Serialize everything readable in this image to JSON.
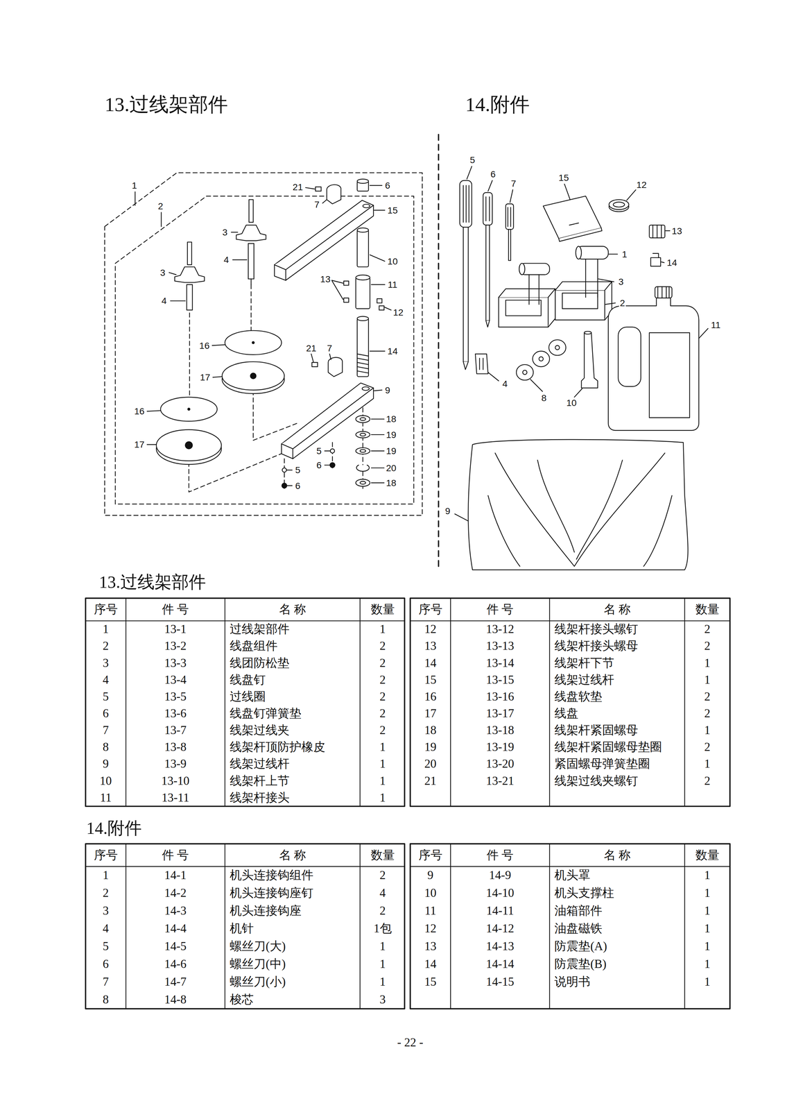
{
  "diagram": {
    "labels": [
      "13.过线架部件",
      "14.附件",
      "1",
      "2",
      "3",
      "4",
      "3",
      "4",
      "21",
      "6",
      "7",
      "15",
      "10",
      "13",
      "11",
      "12",
      "14",
      "21",
      "7",
      "9",
      "16",
      "17",
      "16",
      "17",
      "18",
      "19",
      "19",
      "20",
      "18",
      "5",
      "6",
      "5",
      "6",
      "5",
      "6",
      "7",
      "15",
      "12",
      "13",
      "1",
      "14",
      "3",
      "2",
      "11",
      "4",
      "8",
      "10",
      "9",
      "13.过线架部件",
      "序号",
      "件 号",
      "名 称",
      "数量",
      "序号",
      "件 号",
      "名 称",
      "数量",
      "1",
      "13-1",
      "过线架部件",
      "1",
      "12",
      "13-12",
      "线架杆接头螺钉",
      "2",
      "2",
      "13-2",
      "线盘组件",
      "2",
      "13",
      "13-13",
      "线架杆接头螺母",
      "2",
      "3",
      "13-3",
      "线团防松垫",
      "2",
      "14",
      "13-14",
      "线架杆下节",
      "1",
      "4",
      "13-4",
      "线盘钉",
      "2",
      "15",
      "13-15",
      "线架过线杆",
      "1",
      "5",
      "13-5",
      "过线圈",
      "2",
      "16",
      "13-16",
      "线盘软垫",
      "2",
      "6",
      "13-6",
      "线盘钉弹簧垫",
      "2",
      "17",
      "13-17",
      "线盘",
      "2",
      "7",
      "13-7",
      "线架过线夹",
      "2",
      "18",
      "13-18",
      "线架杆紧固螺母",
      "1",
      "8",
      "13-8",
      "线架杆顶防护橡皮",
      "1",
      "19",
      "13-19",
      "线架杆紧固螺母垫圈",
      "2",
      "9",
      "13-9",
      "线架过线杆",
      "1",
      "20",
      "13-20",
      "紧固螺母弹簧垫圈",
      "1",
      "10",
      "13-10",
      "线架杆上节",
      "1",
      "21",
      "13-21",
      "线架过线夹螺钉",
      "2",
      "11",
      "13-11",
      "线架杆接头",
      "1",
      "14.附件",
      "序号",
      "件 号",
      "名 称",
      "数量",
      "序号",
      "件 号",
      "名 称",
      "数量",
      "1",
      "14-1",
      "机头连接钩组件",
      "2",
      "9",
      "14-9",
      "机头罩",
      "1",
      "2",
      "14-2",
      "机头连接钩座钉",
      "4",
      "10",
      "14-10",
      "机头支撑柱",
      "1",
      "3",
      "14-3",
      "机头连接钩座",
      "2",
      "11",
      "14-11",
      "油箱部件",
      "1",
      "4",
      "14-4",
      "机针",
      "1包",
      "12",
      "14-12",
      "油盘磁铁",
      "1",
      "5",
      "14-5",
      "螺丝刀(大)",
      "1",
      "13",
      "14-13",
      "防震垫(A)",
      "1",
      "6",
      "14-6",
      "螺丝刀(中)",
      "1",
      "14",
      "14-14",
      "防震垫(B)",
      "1",
      "7",
      "14-7",
      "螺丝刀(小)",
      "1",
      "15",
      "14-15",
      "说明书",
      "1",
      "8",
      "14-8",
      "梭芯",
      "3",
      "- 22 -"
    ]
  }
}
